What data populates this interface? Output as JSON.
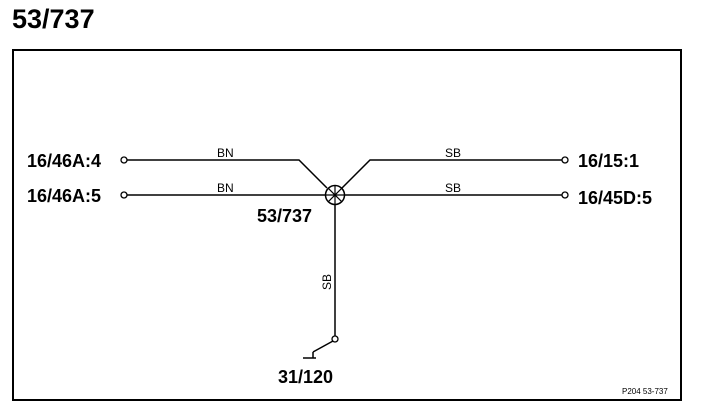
{
  "title": "53/737",
  "splice": {
    "label": "53/737"
  },
  "terminals": {
    "left_top": "16/46A:4",
    "left_bottom": "16/46A:5",
    "right_top": "16/15:1",
    "right_bottom": "16/45D:5",
    "ground": "31/120"
  },
  "wires": {
    "left_top": "BN",
    "left_bottom": "BN",
    "right_top": "SB",
    "right_bottom": "SB",
    "down": "SB"
  },
  "reference": "P204 53-737"
}
